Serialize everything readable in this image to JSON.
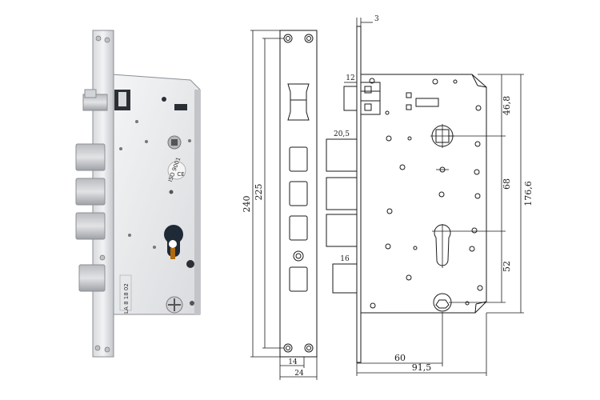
{
  "photo": {
    "stamp_lines": [
      "ISO 9001",
      "CE"
    ]
  },
  "dimensions": {
    "d240": "240",
    "d225": "225",
    "d14": "14",
    "d24": "24",
    "d3": "3",
    "d12": "12",
    "d20_5": "20,5",
    "d16": "16",
    "d46_8": "46,8",
    "d68": "68",
    "d176_6": "176,6",
    "d52": "52",
    "d60": "60",
    "d91_5": "91,5"
  },
  "colors": {
    "steel_light": "#e9eaec",
    "steel_mid": "#c9cbcf",
    "steel_dark": "#9ea1a6",
    "keyhole": "#1f2a36",
    "line": "#1a1a1a"
  }
}
